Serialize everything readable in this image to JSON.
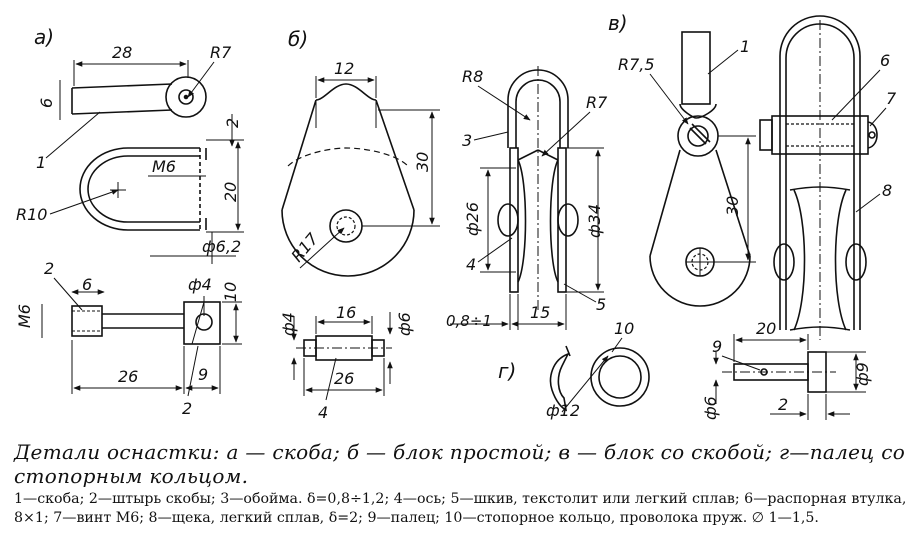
{
  "figure": {
    "panel_labels": {
      "a": "а)",
      "b": "б)",
      "v": "в)",
      "g": "г)"
    },
    "panel_a": {
      "dims": {
        "len_28": "28",
        "r7": "R7",
        "thick_6": "6",
        "gap_2": "2",
        "m6": "М6",
        "h_20": "20",
        "r10": "R10",
        "phi_6_2": "ф6,2",
        "m6_pin": "М6",
        "thread_6": "6",
        "phi_4": "ф4",
        "h_10": "10",
        "len_26": "26",
        "len_9": "9"
      },
      "callouts": {
        "part_1": "1",
        "part_2_top": "2",
        "part_2_bottom": "2"
      }
    },
    "panel_b": {
      "dims": {
        "w_12": "12",
        "h_30": "30",
        "r17": "R17",
        "len_16": "16",
        "phi_4": "ф4",
        "phi_6": "ф6",
        "len_26": "26"
      },
      "callouts": {
        "part_4": "4"
      }
    },
    "panel_v_section": {
      "dims": {
        "r8": "R8",
        "r7": "R7",
        "phi_26": "ф26",
        "phi_34": "ф34",
        "thick": "0,8÷1",
        "w_15": "15"
      },
      "callouts": {
        "part_3": "3",
        "part_4": "4",
        "part_5": "5"
      }
    },
    "panel_v": {
      "dims": {
        "r7_5": "R7,5",
        "h_30": "30",
        "len_20": "20",
        "phi_9": "ф9",
        "phi_6": "ф6",
        "len_2": "2"
      },
      "callouts": {
        "part_1": "1",
        "part_6": "6",
        "part_7": "7",
        "part_8": "8",
        "part_9": "9"
      }
    },
    "panel_g": {
      "dims": {
        "phi_12": "ф12"
      },
      "callouts": {
        "part_10": "10"
      }
    }
  },
  "caption": "Детали оснастки: а — скоба; б — блок простой; в — блок со скобой; г—палец со стопорным кольцом.",
  "legend": "1—скоба; 2—штырь скобы; 3—обойма. δ=0,8÷1,2; 4—ось; 5—шкив, текстолит или легкий сплав; 6—распорная втулка, 8×1; 7—винт М6; 8—щека, легкий сплав, δ=2; 9—палец; 10—стопорное кольцо, проволока пруж. ∅ 1—1,5.",
  "colors": {
    "ink": "#111111",
    "paper": "#ffffff"
  }
}
